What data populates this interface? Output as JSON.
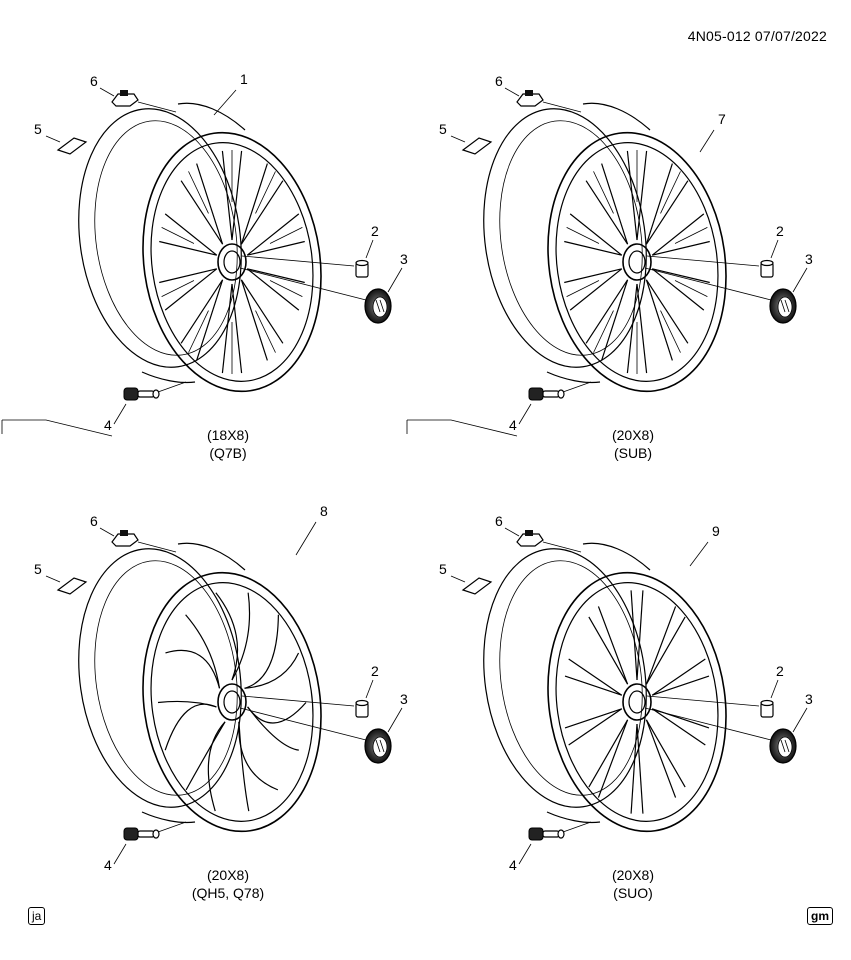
{
  "header": {
    "code": "4N05-012 07/07/2022"
  },
  "footer": {
    "left_badge": "ja",
    "right_badge": "gm"
  },
  "wheels": [
    {
      "size": "(18X8)",
      "option": "(Q7B)",
      "wheel_callout": "1",
      "callouts": {
        "nut": "2",
        "cap": "3",
        "valve": "4",
        "label": "5",
        "weight": "6"
      }
    },
    {
      "size": "(20X8)",
      "option": "(SUB)",
      "wheel_callout": "7",
      "callouts": {
        "nut": "2",
        "cap": "3",
        "valve": "4",
        "label": "5",
        "weight": "6"
      }
    },
    {
      "size": "(20X8)",
      "option": "(QH5, Q78)",
      "wheel_callout": "8",
      "callouts": {
        "nut": "2",
        "cap": "3",
        "valve": "4",
        "label": "5",
        "weight": "6"
      }
    },
    {
      "size": "(20X8)",
      "option": "(SUO)",
      "wheel_callout": "9",
      "callouts": {
        "nut": "2",
        "cap": "3",
        "valve": "4",
        "label": "5",
        "weight": "6"
      }
    }
  ]
}
